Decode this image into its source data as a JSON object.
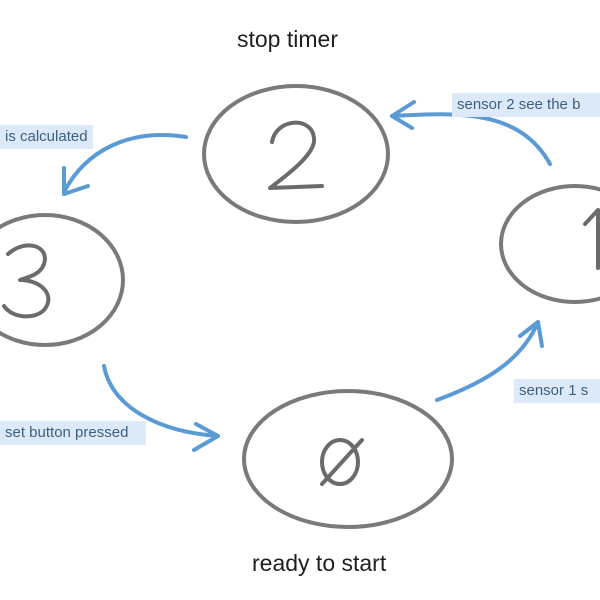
{
  "titles": {
    "top": "stop timer",
    "bottom": "ready to start"
  },
  "nodes": [
    "0",
    "1",
    "2",
    "3"
  ],
  "transitions": {
    "two_to_three": "is calculated",
    "one_to_two": "sensor 2 see the b",
    "zero_to_one": "sensor 1 s",
    "three_to_zero": "set button pressed"
  },
  "colors": {
    "arrow": "#5b9bd5",
    "highlight": "#dbe9f8",
    "highlight_text": "#3f5f80",
    "node_stroke": "#7a7a7a"
  }
}
